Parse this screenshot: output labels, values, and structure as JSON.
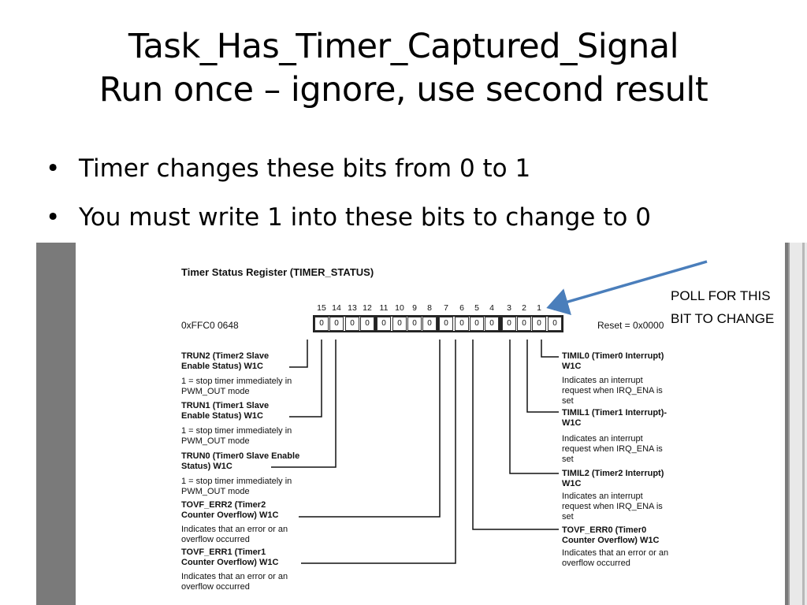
{
  "slide": {
    "title_line1": "Task_Has_Timer_Captured_Signal",
    "title_line2": "Run once – ignore, use second result",
    "bullets": [
      "Timer changes these bits from 0 to 1",
      "You must write 1 into these bits to change to 0"
    ],
    "bullet_char": "•"
  },
  "register": {
    "title": "Timer Status Register (TIMER_STATUS)",
    "address": "0xFFC0 0648",
    "reset": "Reset = 0x0000",
    "bit_numbers": [
      "15",
      "14",
      "13",
      "12",
      "11",
      "10",
      "9",
      "8",
      "7",
      "6",
      "5",
      "4",
      "3",
      "2",
      "1",
      "0"
    ],
    "bit_values": [
      "0",
      "0",
      "0",
      "0",
      "0",
      "0",
      "0",
      "0",
      "0",
      "0",
      "0",
      "0",
      "0",
      "0",
      "0",
      "0"
    ]
  },
  "left_fields": [
    {
      "name1": "TRUN2 (Timer2 Slave",
      "name2": "Enable Status) W1C",
      "desc1": "1 = stop timer immediately in",
      "desc2": "PWM_OUT mode"
    },
    {
      "name1": "TRUN1 (Timer1 Slave",
      "name2": "Enable Status) W1C",
      "desc1": "1 = stop timer immediately in",
      "desc2": "PWM_OUT mode"
    },
    {
      "name1": "TRUN0 (Timer0 Slave Enable",
      "name2": "Status) W1C",
      "desc1": "1 = stop timer immediately in",
      "desc2": "PWM_OUT mode"
    },
    {
      "name1": "TOVF_ERR2 (Timer2",
      "name2": "Counter Overflow) W1C",
      "desc1": "Indicates that an error or an",
      "desc2": "overflow occurred"
    },
    {
      "name1": "TOVF_ERR1 (Timer1",
      "name2": "Counter Overflow) W1C",
      "desc1": "Indicates that an error or an",
      "desc2": "overflow occurred"
    }
  ],
  "right_fields": [
    {
      "name1": "TIMIL0 (Timer0 Interrupt)",
      "name2": "W1C",
      "desc1": "Indicates an interrupt",
      "desc2": "request when IRQ_ENA is",
      "desc3": "set"
    },
    {
      "name1": "TIMIL1 (Timer1 Interrupt)-",
      "name2": "W1C",
      "desc1": "Indicates an interrupt",
      "desc2": "request when IRQ_ENA is",
      "desc3": "set"
    },
    {
      "name1": "TIMIL2 (Timer2 Interrupt)",
      "name2": "W1C",
      "desc1": "Indicates an interrupt",
      "desc2": "request when IRQ_ENA is",
      "desc3": "set"
    },
    {
      "name1": "TOVF_ERR0 (Timer0",
      "name2": "Counter Overflow) W1C",
      "desc1": "Indicates that an error or an",
      "desc2": "overflow occurred",
      "desc3": ""
    }
  ],
  "callout": {
    "line1": "POLL FOR THIS",
    "line2": "BIT TO CHANGE",
    "arrow_color": "#4a7ebb"
  }
}
